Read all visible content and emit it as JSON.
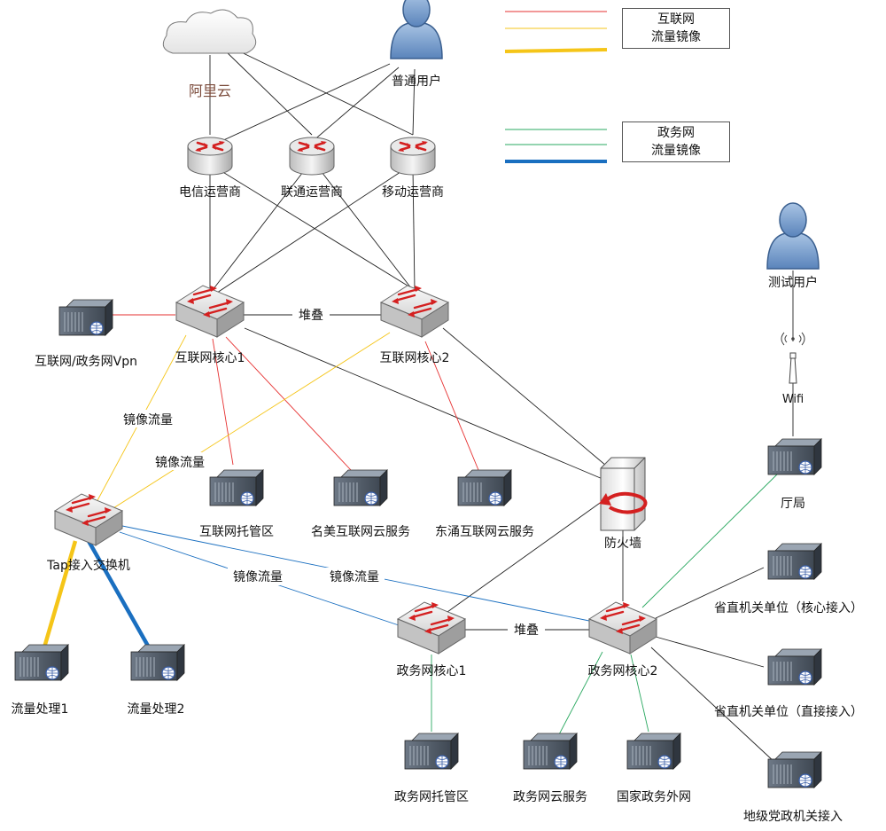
{
  "labels": {
    "cloud": "阿里云",
    "user": "普通用户",
    "telecom": "电信运营商",
    "unicom": "联通运营商",
    "mobile": "移动运营商",
    "vpn": "互联网/政务网Vpn",
    "core1": "互联网核心1",
    "core2": "互联网核心2",
    "stack_top": "堆叠",
    "mirror1": "镜像流量",
    "mirror2": "镜像流量",
    "inet_hosting": "互联网托管区",
    "mingmei": "名美互联网云服务",
    "dongyong": "东涌互联网云服务",
    "firewall": "防火墙",
    "tap": "Tap接入交换机",
    "mirror3": "镜像流量",
    "mirror4": "镜像流量",
    "flow1": "流量处理1",
    "flow2": "流量处理2",
    "gov_core1": "政务网核心1",
    "gov_core2": "政务网核心2",
    "stack_bottom": "堆叠",
    "gov_hosting": "政务网托管区",
    "gov_cloud": "政务网云服务",
    "national": "国家政务外网",
    "test_user": "测试用户",
    "wifi": "Wifi",
    "dept": "厅局",
    "prov_core": "省直机关单位（核心接入）",
    "prov_direct": "省直机关单位（直接接入）",
    "city": "地级党政机关接入"
  },
  "legend": {
    "internet": [
      "互联网",
      "流量镜像"
    ],
    "gov": [
      "政务网",
      "流量镜像"
    ]
  },
  "colors": {
    "internet_link": "#e63030",
    "internet_mirror": "#f5c518",
    "gov_link": "#2aa860",
    "gov_mirror": "#1a6fc0",
    "black_link": "#222222"
  }
}
